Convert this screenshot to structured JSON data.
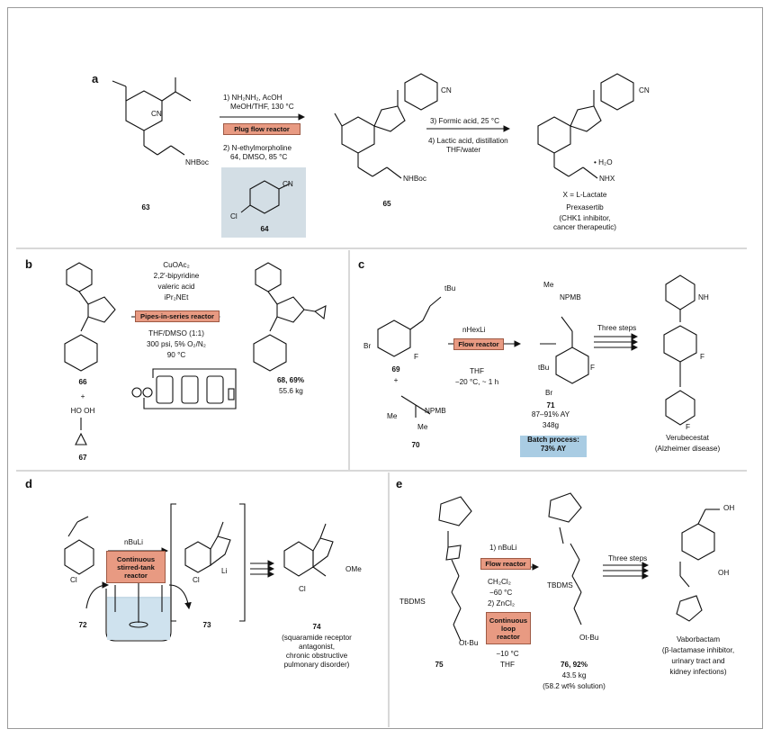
{
  "panels": {
    "a": "a",
    "b": "b",
    "c": "c",
    "d": "d",
    "e": "e"
  },
  "a": {
    "c63": "63",
    "c64": "64",
    "c65": "65",
    "cond1_l1": "1) NH₂NH₂, AcOH",
    "cond1_l2": "MeOH/THF, 130 °C",
    "reactor": "Plug flow reactor",
    "cond2_l1": "2) N-ethylmorpholine",
    "cond2_l2": "64, DMSO, 85 °C",
    "cond3": "3) Formic acid, 25 °C",
    "cond4_l1": "4) Lactic acid, distillation",
    "cond4_l2": "THF/water",
    "x_eq": "X = L-Lactate",
    "name": "Prexasertib",
    "desc_l1": "(CHK1 inhibitor,",
    "desc_l2": "cancer therapeutic)",
    "nhboc_63": "NHBoc",
    "nhboc_65": "NHBoc",
    "nhx": "NHX",
    "water": "• H₂O",
    "cn": "CN",
    "cl": "Cl"
  },
  "b": {
    "c66": "66",
    "c67": "67",
    "c68_l1": "68, 69%",
    "c68_l2": "55.6 kg",
    "r1": "CuOAc₂",
    "r2": "2,2′-bipyridine",
    "r3": "valeric acid",
    "r4": "iPr₂NEt",
    "reactor": "Pipes-in-series reactor",
    "r5": "THF/DMSO (1:1)",
    "r6": "300 psi, 5% O₂/N₂",
    "r7": "90 °C",
    "plus": "+",
    "boronic": "HO    OH"
  },
  "c": {
    "c69": "69",
    "c70": "70",
    "c71": "71",
    "yield_l1": "87–91% AY",
    "yield_l2": "348g",
    "reagent": "nHexLi",
    "reactor": "Flow reactor",
    "solvent": "THF",
    "temp": "−20 °C, ~ 1 h",
    "batch_l1": "Batch process:",
    "batch_l2": "73% AY",
    "steps": "Three steps",
    "name": "Verubecestat",
    "desc": "(Alzheimer disease)",
    "plus": "+",
    "npmb": "NPMB",
    "me": "Me",
    "tbu": "tBu",
    "br": "Br",
    "f": "F",
    "nh": "NH"
  },
  "d": {
    "c72": "72",
    "c73": "73",
    "c74": "74",
    "reagent": "nBuLi",
    "reactor_l1": "Continuous",
    "reactor_l2": "stirred-tank",
    "reactor_l3": "reactor",
    "desc_l1": "(squaramide receptor",
    "desc_l2": "antagonist,",
    "desc_l3": "chronic obstructive",
    "desc_l4": "pulmonary disorder)",
    "li": "Li",
    "cl": "Cl",
    "ome": "OMe"
  },
  "e": {
    "c75": "75",
    "c76_l1": "76, 92%",
    "c76_l2": "43.5 kg",
    "c76_l3": "(58.2 wt% solution)",
    "r1": "1) nBuLi",
    "reactor1": "Flow reactor",
    "r2": "CH₂Cl₂",
    "r3": "−60 °C",
    "r4": "2) ZnCl₂",
    "reactor2_l1": "Continuous",
    "reactor2_l2": "loop",
    "reactor2_l3": "reactor",
    "r5": "−10 °C",
    "r6": "THF",
    "steps": "Three steps",
    "name": "Vaborbactam",
    "desc_l1": "(β-lactamase inhibitor,",
    "desc_l2": "urinary tract and",
    "desc_l3": "kidney infections)",
    "tbdms": "TBDMS",
    "otbu": "Ot-Bu",
    "oh": "OH"
  }
}
